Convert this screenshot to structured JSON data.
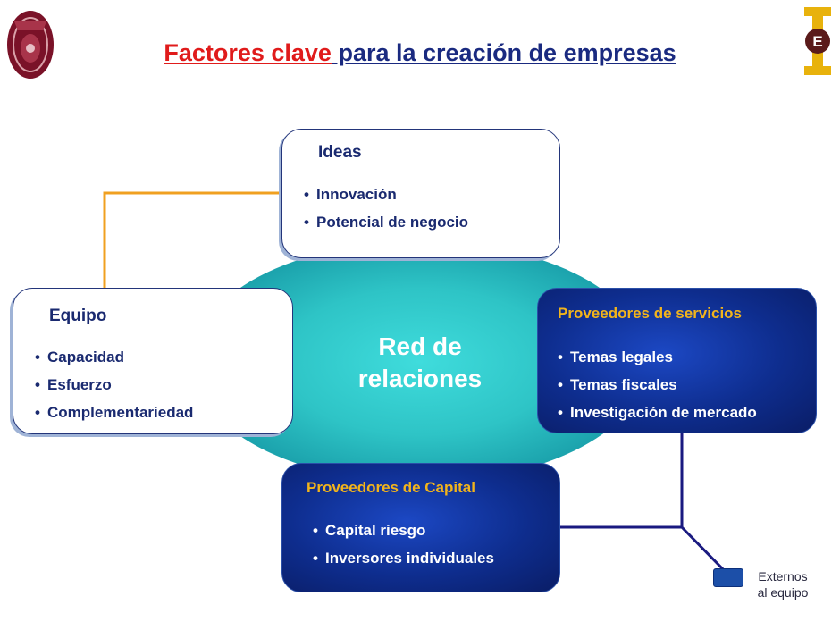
{
  "title": {
    "part1": "Factores clave",
    "part2": " para la creación de empresas"
  },
  "center": {
    "line1": "Red de",
    "line2": "relaciones"
  },
  "boxes": {
    "ideas": {
      "title": "Ideas",
      "items": [
        "Innovación",
        "Potencial de negocio"
      ]
    },
    "equipo": {
      "title": "Equipo",
      "items": [
        "Capacidad",
        "Esfuerzo",
        "Complementariedad"
      ]
    },
    "servicios": {
      "title": "Proveedores de servicios",
      "items": [
        "Temas legales",
        "Temas fiscales",
        "Investigación de mercado"
      ]
    },
    "capital": {
      "title": "Proveedores de Capital",
      "items": [
        "Capital riesgo",
        "Inversores individuales"
      ]
    }
  },
  "legend": {
    "line1": "Externos",
    "line2": "al equipo"
  },
  "logos": {
    "left": "IPN seal logo",
    "right": "E emblem logo"
  },
  "colors": {
    "title_accent": "#e01b1b",
    "title_main": "#1a2a80",
    "ellipse": "#30c8c8",
    "dark_box": "#0e2d8e",
    "dark_box_heading": "#f2b41c",
    "connector_orange": "#f0a020",
    "connector_navy": "#1a1a80"
  },
  "bullet": "•"
}
